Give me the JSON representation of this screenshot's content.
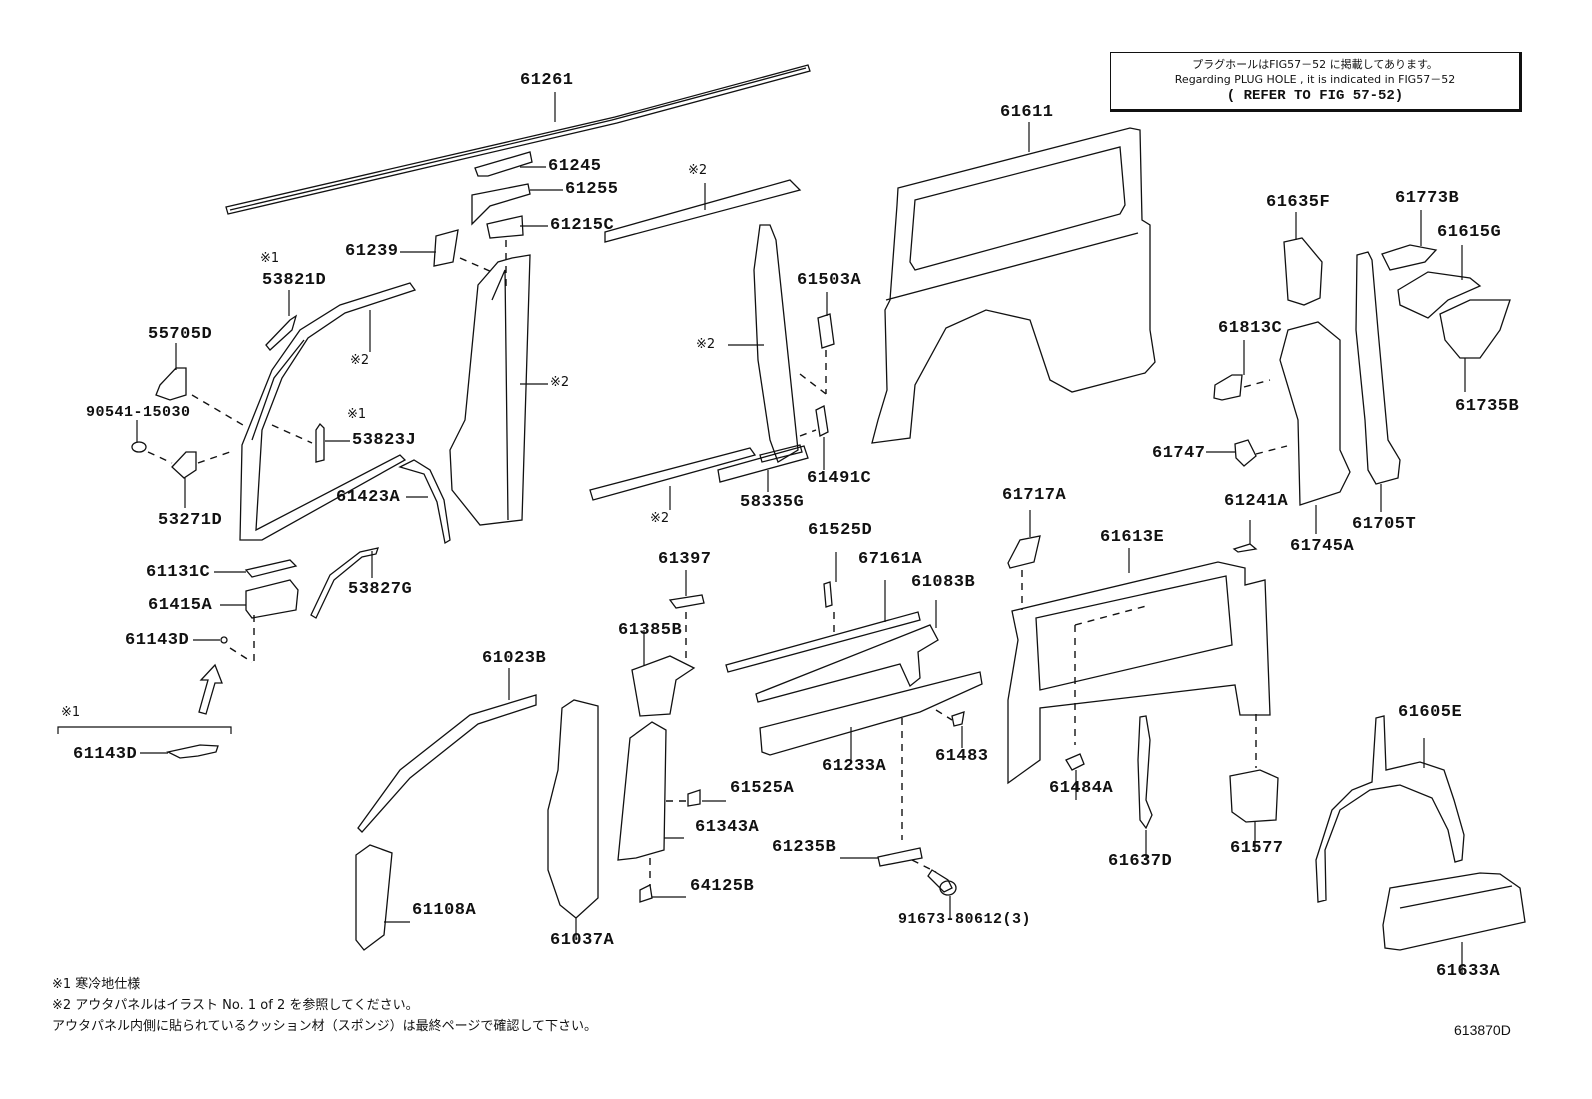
{
  "diagram": {
    "title": "Side panel / body parts exploded view",
    "figure_number": "613870D",
    "reference_box": {
      "line_jp": "プラグホールはFIG57－52 に掲載してあります。",
      "line_en": "Regarding PLUG HOLE , it is indicated in FIG57－52",
      "line_ref": "( REFER TO FIG 57-52)"
    },
    "marks": {
      "m1": "※1",
      "m2": "※2"
    },
    "notes": [
      "※1 寒冷地仕様",
      "※2 アウタパネルはイラスト No. 1 of 2 を参照してください。",
      "アウタパネル内側に貼られているクッション材（スポンジ）は最終ページで確認して下さい。"
    ],
    "parts": {
      "p61261": "61261",
      "p61245": "61245",
      "p61255": "61255",
      "p61215C": "61215C",
      "p61239": "61239",
      "p53821D": "53821D",
      "p55705D": "55705D",
      "p90541": "90541-15030",
      "p53823J": "53823J",
      "p53271D": "53271D",
      "p61423A": "61423A",
      "p61131C": "61131C",
      "p61415A": "61415A",
      "p53827G": "53827G",
      "p61143D_a": "61143D",
      "p61143D_b": "61143D",
      "p61611": "61611",
      "p61503A": "61503A",
      "p61491C": "61491C",
      "p58335G": "58335G",
      "p61635F": "61635F",
      "p61773B": "61773B",
      "p61615G": "61615G",
      "p61813C": "61813C",
      "p61735B": "61735B",
      "p61747": "61747",
      "p61241A": "61241A",
      "p61745A": "61745A",
      "p61705T": "61705T",
      "p61717A": "61717A",
      "p61613E": "61613E",
      "p61525D": "61525D",
      "p67161A": "67161A",
      "p61083B": "61083B",
      "p61397": "61397",
      "p61385B": "61385B",
      "p61023B": "61023B",
      "p61233A": "61233A",
      "p61483": "61483",
      "p61484A": "61484A",
      "p61525A": "61525A",
      "p61343A": "61343A",
      "p61235B": "61235B",
      "p64125B": "64125B",
      "p91673": "91673-80612(3)",
      "p61637D": "61637D",
      "p61577": "61577",
      "p61605E": "61605E",
      "p61633A": "61633A",
      "p61108A": "61108A",
      "p61037A": "61037A"
    }
  }
}
